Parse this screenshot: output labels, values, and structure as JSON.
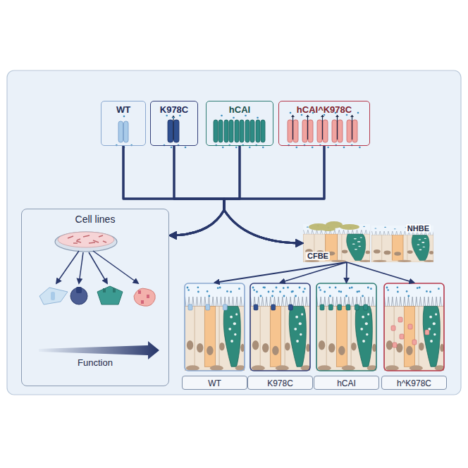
{
  "diagram": {
    "nodes": [
      {
        "text": [
          "WT"
        ]
      },
      {
        "text": [
          "K978C"
        ]
      },
      {
        "text": [
          "hCAI"
        ]
      },
      {
        "text": [
          "hCAI^K978C"
        ]
      },
      {
        "text": [
          "Cell lines",
          "Function"
        ]
      },
      {
        "text": [
          "CFBE"
        ]
      },
      {
        "text": [
          "NHBE"
        ]
      },
      {
        "text": [
          "WT"
        ]
      },
      {
        "text": [
          "K978C"
        ]
      },
      {
        "text": [
          "hCAI"
        ]
      },
      {
        "text": [
          "h^K978C"
        ]
      }
    ],
    "edges": [
      {
        "from": 0,
        "to": 4,
        "arrow": "to"
      },
      {
        "from": 1,
        "to": 4,
        "arrow": "to"
      },
      {
        "from": 2,
        "to": 4,
        "arrow": "to"
      },
      {
        "from": 3,
        "to": 4,
        "arrow": "to"
      },
      {
        "from": 0,
        "to": 5,
        "arrow": "to"
      },
      {
        "from": 1,
        "to": 5,
        "arrow": "to"
      },
      {
        "from": 2,
        "to": 5,
        "arrow": "to"
      },
      {
        "from": 3,
        "to": 5,
        "arrow": "to"
      },
      {
        "from": 5,
        "to": 7,
        "arrow": "to"
      },
      {
        "from": 5,
        "to": 8,
        "arrow": "to"
      },
      {
        "from": 5,
        "to": 9,
        "arrow": "to"
      },
      {
        "from": 5,
        "to": 10,
        "arrow": "to"
      }
    ]
  }
}
